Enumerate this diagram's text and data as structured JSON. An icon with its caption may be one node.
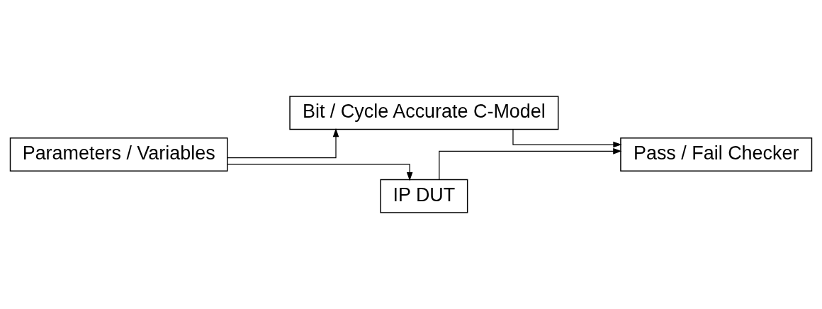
{
  "diagram": {
    "nodes": [
      {
        "text": [
          "Parameters / Variables"
        ]
      },
      {
        "text": [
          "Bit / Cycle Accurate C-Model"
        ]
      },
      {
        "text": [
          "IP DUT"
        ]
      },
      {
        "text": [
          "Pass / Fail Checker"
        ]
      }
    ],
    "edges": [
      {
        "from": 0,
        "to": 1,
        "arrow": "to"
      },
      {
        "from": 0,
        "to": 2,
        "arrow": "to"
      },
      {
        "from": 1,
        "to": 3,
        "arrow": "to"
      },
      {
        "from": 2,
        "to": 3,
        "arrow": "to"
      }
    ]
  }
}
